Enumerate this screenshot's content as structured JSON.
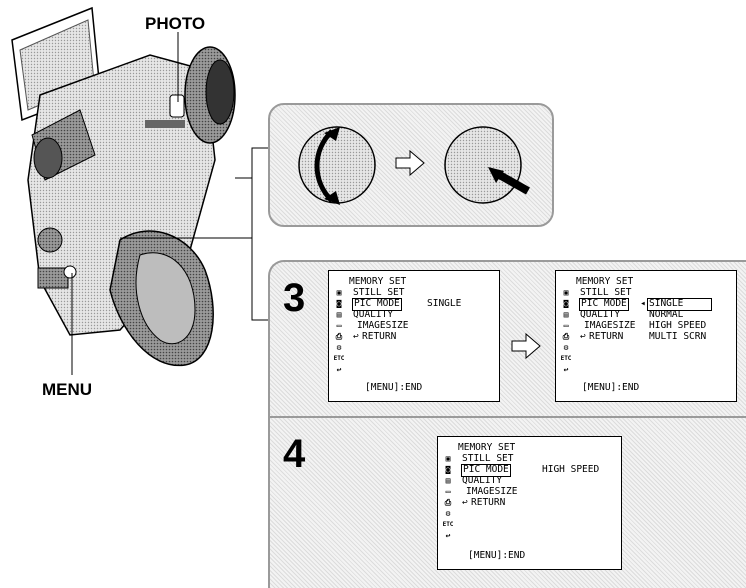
{
  "callouts": {
    "photo": "PHOTO",
    "menu": "MENU"
  },
  "steps": [
    {
      "number": "3",
      "screens": [
        {
          "lines": [
            "MEMORY SET",
            "STILL SET",
            "PIC MODE",
            "QUALITY",
            "IMAGESIZE",
            "RETURN"
          ],
          "selected_value": "SINGLE",
          "options": [],
          "footer": "[MENU]:END"
        },
        {
          "lines": [
            "MEMORY SET",
            "STILL SET",
            "PIC MODE",
            "QUALITY",
            "IMAGESIZE",
            "RETURN"
          ],
          "selected_value": "SINGLE",
          "options": [
            "NORMAL",
            "HIGH SPEED",
            "MULTI SCRN"
          ],
          "footer": "[MENU]:END"
        }
      ]
    },
    {
      "number": "4",
      "screens": [
        {
          "lines": [
            "MEMORY SET",
            "STILL SET",
            "PIC MODE",
            "QUALITY",
            "IMAGESIZE",
            "RETURN"
          ],
          "selected_value": "HIGH SPEED",
          "options": [],
          "footer": "[MENU]:END"
        }
      ]
    }
  ],
  "icons": {
    "tape": "tape-icon",
    "camera": "camera-icon",
    "memory": "memory-card-icon",
    "lcd": "lcd-icon",
    "printer": "printer-icon",
    "etc_label": "ETC",
    "return": "return-icon"
  }
}
